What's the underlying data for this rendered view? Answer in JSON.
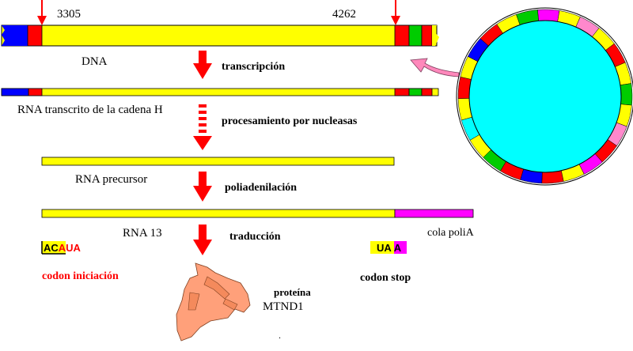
{
  "positions": {
    "start": "3305",
    "end": "4262"
  },
  "labels": {
    "dna": "DNA",
    "rna_h": "RNA transcrito de la cadena H",
    "rna_precursor": "RNA precursor",
    "rna_13": "RNA 13",
    "cola_polia": "cola poliA",
    "codon_iniciacion": "codon iniciación",
    "codon_stop": "codon stop",
    "proteina": "proteína",
    "mtnd1": "MTND1"
  },
  "steps": {
    "transcripcion": "transcripción",
    "procesamiento": "procesamiento por nucleasas",
    "poliadenilacion": "poliadenilación",
    "traduccion": "traducción"
  },
  "codons": {
    "start": [
      {
        "text": "AC",
        "color": "#000000"
      },
      {
        "text": "A",
        "color": "#ff0000"
      },
      {
        "text": "UA",
        "color": "#ff0000"
      }
    ],
    "stop": [
      {
        "text": "UA",
        "color": "#000000"
      },
      {
        "text": "A",
        "color": "#000000"
      }
    ]
  },
  "colors": {
    "gene": "#ffff00",
    "flank_blue": "#0000ff",
    "flank_red": "#ff0000",
    "flank_green": "#00cc00",
    "polya": "#ff00ff",
    "arrow": "#ff0000",
    "protein": "#ffa07a",
    "mtdna_inner": "#00ffff",
    "pointer": "#ff88bb",
    "codon_label": "#ff0000"
  },
  "mtdna_ring_colors": [
    "#ff00ff",
    "#ffff00",
    "#ff88cc",
    "#ffff00",
    "#ff0000",
    "#ffff00",
    "#00cc00",
    "#ffff00",
    "#ff88cc",
    "#ff0000",
    "#ff00ff",
    "#ffff00",
    "#ff0000",
    "#0000ff",
    "#ff0000",
    "#00cc00",
    "#ffff00",
    "#00ffff",
    "#ffff00",
    "#ff0000",
    "#ffff00",
    "#0000ff",
    "#ff0000",
    "#ffff00",
    "#00cc00"
  ]
}
